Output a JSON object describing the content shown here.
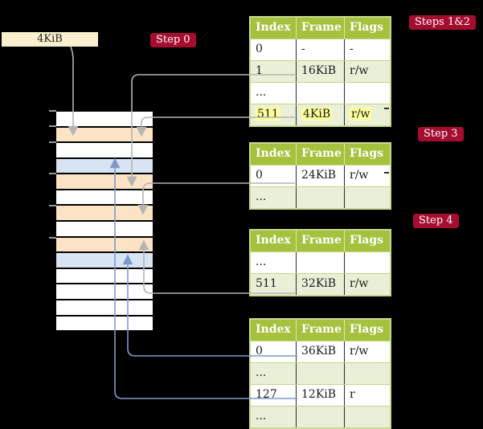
{
  "frame_label": {
    "text": "4KiB"
  },
  "steps": {
    "step0": "Step 0",
    "steps12": "Steps 1&2",
    "step3": "Step 3",
    "step4": "Step 4"
  },
  "page_tables": [
    {
      "name": "root-page-table",
      "columns": [
        "Index",
        "Frame",
        "Flags"
      ],
      "rows": [
        {
          "cells": [
            "0",
            "-",
            "-"
          ],
          "shaded": false,
          "highlighted": false
        },
        {
          "cells": [
            "1",
            "16KiB",
            "r/w"
          ],
          "shaded": true,
          "highlighted": false
        },
        {
          "cells": [
            "...",
            "",
            ""
          ],
          "shaded": false,
          "highlighted": false
        },
        {
          "cells": [
            "511",
            "4KiB",
            "r/w"
          ],
          "shaded": true,
          "highlighted": true
        }
      ]
    },
    {
      "name": "level-1-page-table",
      "columns": [
        "Index",
        "Frame",
        "Flags"
      ],
      "rows": [
        {
          "cells": [
            "0",
            "24KiB",
            "r/w"
          ],
          "shaded": false,
          "highlighted": false
        },
        {
          "cells": [
            "...",
            "",
            ""
          ],
          "shaded": true,
          "highlighted": false
        }
      ]
    },
    {
      "name": "level-2-page-table",
      "columns": [
        "Index",
        "Frame",
        "Flags"
      ],
      "rows": [
        {
          "cells": [
            "...",
            "",
            ""
          ],
          "shaded": false,
          "highlighted": false
        },
        {
          "cells": [
            "511",
            "32KiB",
            "r/w"
          ],
          "shaded": true,
          "highlighted": false
        }
      ]
    },
    {
      "name": "leaf-page-table",
      "columns": [
        "Index",
        "Frame",
        "Flags"
      ],
      "rows": [
        {
          "cells": [
            "0",
            "36KiB",
            "r/w"
          ],
          "shaded": false,
          "highlighted": false
        },
        {
          "cells": [
            "...",
            "",
            ""
          ],
          "shaded": true,
          "highlighted": false
        },
        {
          "cells": [
            "127",
            "12KiB",
            "r"
          ],
          "shaded": false,
          "highlighted": false
        },
        {
          "cells": [
            "...",
            "",
            ""
          ],
          "shaded": true,
          "highlighted": false
        }
      ]
    }
  ],
  "memory_rows": [
    "white",
    "orange",
    "white",
    "blue",
    "orange",
    "white",
    "orange",
    "white",
    "orange",
    "blue",
    "white",
    "white",
    "white",
    "white"
  ],
  "memory_tick_offsets": [
    137,
    156,
    176,
    215,
    255,
    295
  ],
  "colors": {
    "background": "#000000",
    "table_header_green": "#a5c13d",
    "table_border_green": "#c9da8e",
    "table_row_green": "#eaf0d8",
    "highlight_yellow": "#feff9c",
    "memory_orange": "#fce3c6",
    "memory_blue": "#d8e4f4",
    "step_label_red": "#a50d30",
    "frame_label_cream": "#fbf0cd",
    "connector_gray": "#b4b4b4",
    "connector_blue": "#7f9ac9"
  }
}
